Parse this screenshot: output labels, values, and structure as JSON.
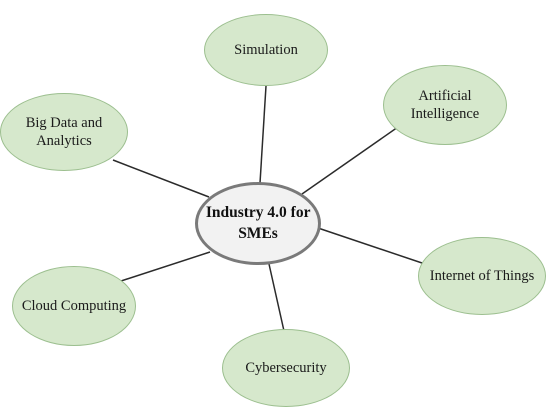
{
  "center": {
    "label": "Industry 4.0 for SMEs",
    "line1": "Industry 4.0 for",
    "line2": "SMEs"
  },
  "nodes": [
    {
      "id": "simulation",
      "lines": [
        "Simulation"
      ]
    },
    {
      "id": "artificial-intelligence",
      "lines": [
        "Artificial",
        "Intelligence"
      ]
    },
    {
      "id": "big-data-analytics",
      "lines": [
        "Big Data and",
        "Analytics"
      ]
    },
    {
      "id": "internet-of-things",
      "lines": [
        "Internet of Things"
      ]
    },
    {
      "id": "cloud-computing",
      "lines": [
        "Cloud Computing"
      ]
    },
    {
      "id": "cybersecurity",
      "lines": [
        "Cybersecurity"
      ]
    }
  ],
  "colors": {
    "node_fill": "#d6e8cc",
    "node_border": "#9cbf8f",
    "center_fill": "#f2f2f2",
    "center_border": "#7a7a7a",
    "connector": "#2b2b2b"
  }
}
